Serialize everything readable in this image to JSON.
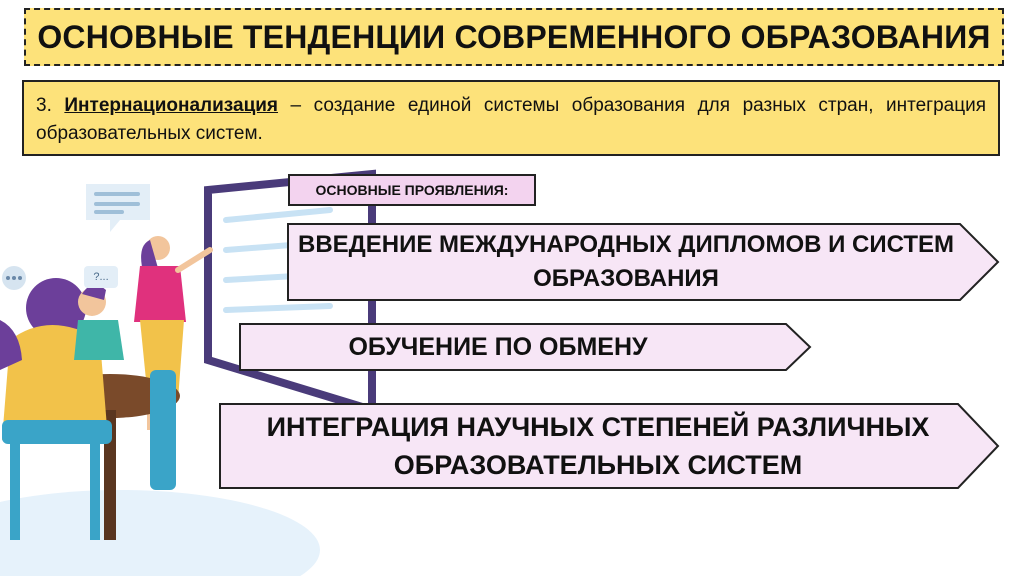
{
  "title": "ОСНОВНЫЕ ТЕНДЕНЦИИ СОВРЕМЕННОГО ОБРАЗОВАНИЯ",
  "definition": {
    "number": "3.",
    "term": "Интернационализация",
    "text": " – создание единой системы образования для разных стран, интеграция образовательных систем."
  },
  "manifestations_label": "ОСНОВНЫЕ ПРОЯВЛЕНИЯ:",
  "items": [
    "ВВЕДЕНИЕ МЕЖДУНАРОДНЫХ ДИПЛОМОВ И СИСТЕМ ОБРАЗОВАНИЯ",
    "ОБУЧЕНИЕ ПО ОБМЕНУ",
    "ИНТЕГРАЦИЯ НАУЧНЫХ СТЕПЕНЕЙ РАЗЛИЧНЫХ ОБРАЗОВАТЕЛЬНЫХ СИСТЕМ"
  ],
  "illustration": {
    "icons": [
      "speech-bubble-icon",
      "chat-dots-icon",
      "question-bubble-icon"
    ],
    "bubble_text": "?..."
  },
  "colors": {
    "title_bg": "#fde27a",
    "arrow_bg": "#f7e6f6",
    "label_bg": "#f3d3ef",
    "shirt": "#e0317d",
    "board": "#4a3b7a"
  }
}
